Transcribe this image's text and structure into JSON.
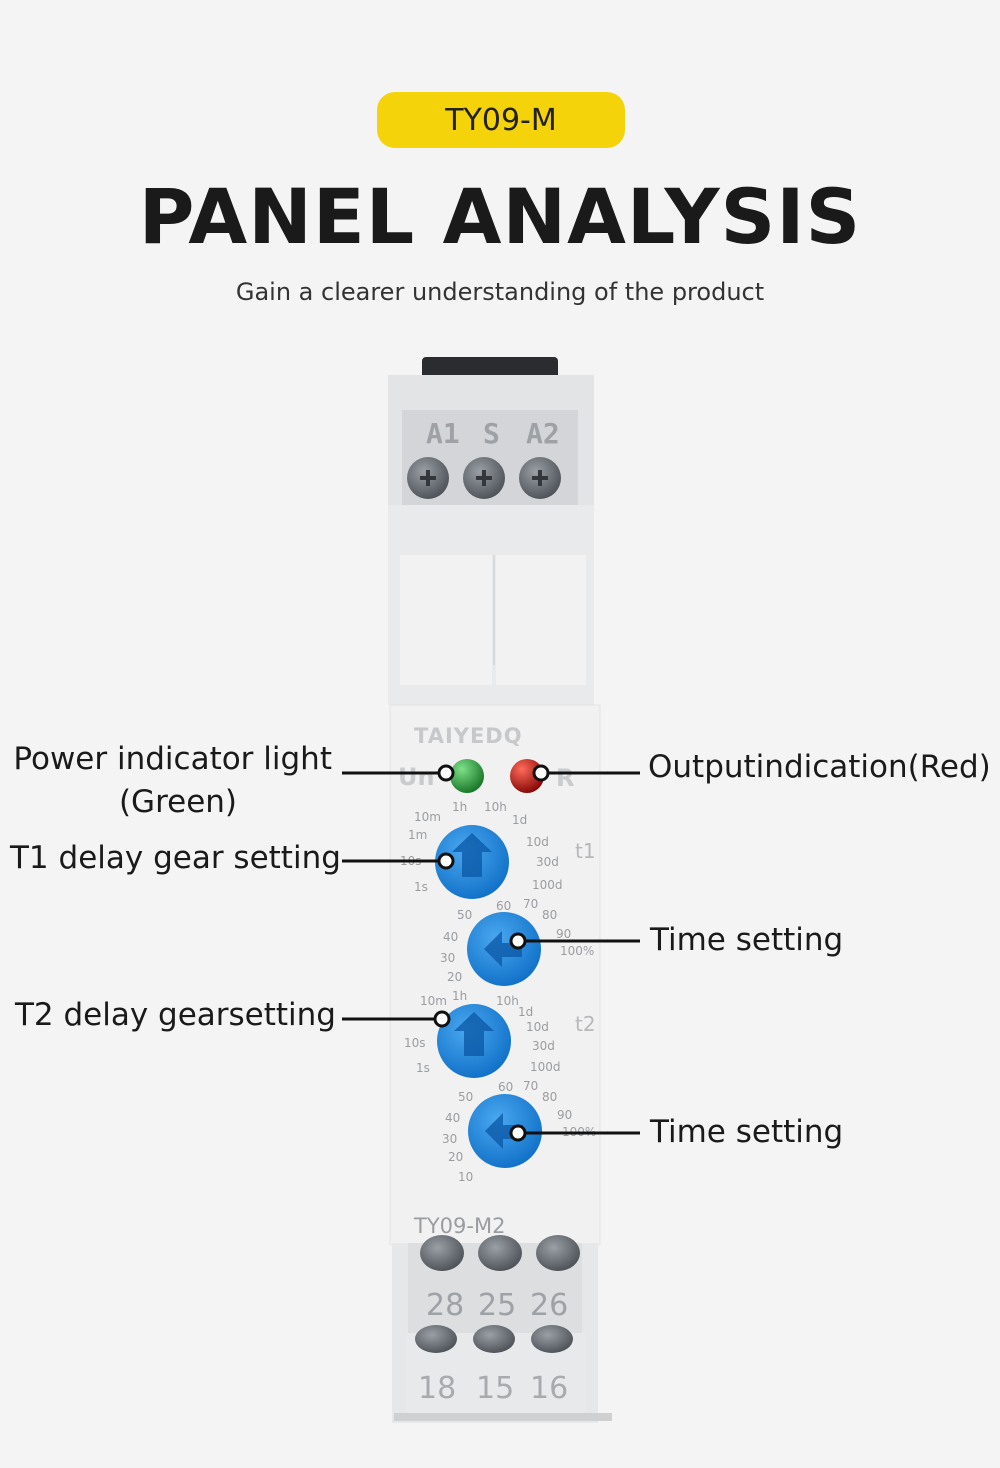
{
  "header": {
    "badge": "TY09-M",
    "title": "PANEL ANALYSIS",
    "subtitle": "Gain a clearer understanding of the product"
  },
  "device": {
    "top_terminals": [
      "A1",
      "S",
      "A2"
    ],
    "brand": "TAIYEDQ",
    "un_label": "Un",
    "r_label": "R",
    "model": "TY09-M2",
    "bottom_terminals_row1": [
      "28",
      "25",
      "26"
    ],
    "bottom_terminals_row2": [
      "18",
      "15",
      "16"
    ],
    "t1_label": "t1",
    "t2_label": "t2",
    "range_scale": [
      "1s",
      "10s",
      "1m",
      "10m",
      "1h",
      "10h",
      "1d",
      "10d",
      "30d",
      "100d"
    ],
    "percent_scale": [
      "10",
      "20",
      "30",
      "40",
      "50",
      "60",
      "70",
      "80",
      "90",
      "100%"
    ],
    "colors": {
      "green_led": "#2e9e3a",
      "red_led": "#c81414",
      "knob_blue": "#1d8ae0",
      "badge_yellow": "#f5d30b"
    }
  },
  "callouts": {
    "power_light_line1": "Power indicator light",
    "power_light_line2": "(Green)",
    "output": "Outputindication(Red)",
    "t1_gear": "T1 delay gear setting",
    "time_setting_1": "Time setting",
    "t2_gear": "T2 delay gearsetting",
    "time_setting_2": "Time setting"
  }
}
